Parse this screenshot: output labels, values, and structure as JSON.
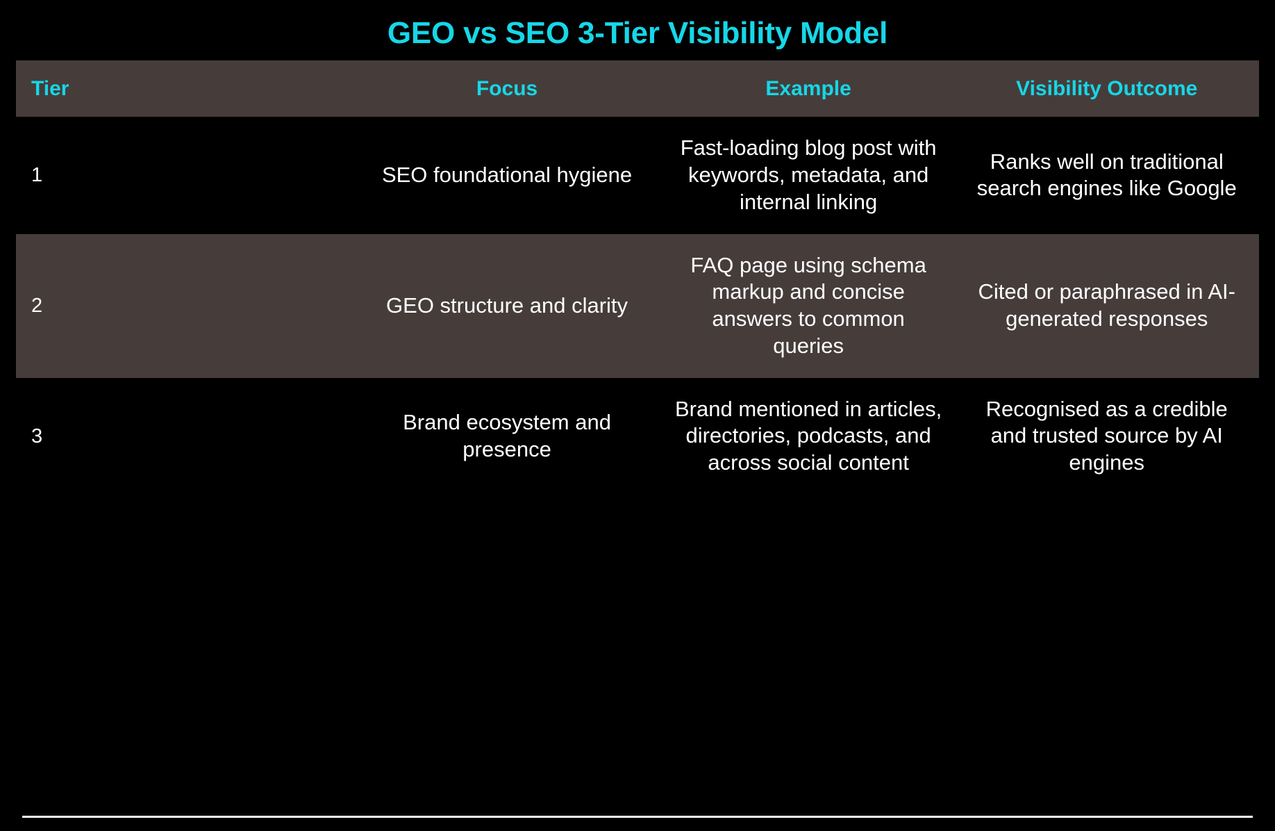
{
  "title": "GEO vs SEO 3-Tier Visibility Model",
  "colors": {
    "background": "#000000",
    "accent": "#16d7e8",
    "row_highlight": "#463d3b",
    "text": "#ffffff",
    "rule": "#ffffff"
  },
  "table": {
    "columns": [
      {
        "key": "tier",
        "label": "Tier"
      },
      {
        "key": "focus",
        "label": "Focus"
      },
      {
        "key": "example",
        "label": "Example"
      },
      {
        "key": "outcome",
        "label": "Visibility Outcome"
      }
    ],
    "rows": [
      {
        "tier": "1",
        "focus": "SEO foundational hygiene",
        "example": "Fast-loading blog post with keywords, metadata, and internal linking",
        "outcome": "Ranks well on traditional search engines like Google"
      },
      {
        "tier": "2",
        "focus": "GEO structure and clarity",
        "example": "FAQ page using schema markup and concise answers to common queries",
        "outcome": "Cited or paraphrased in AI-generated responses"
      },
      {
        "tier": "3",
        "focus": "Brand ecosystem and presence",
        "example": "Brand mentioned in articles, directories, podcasts, and across social content",
        "outcome": "Recognised as a credible and trusted source by AI engines"
      }
    ]
  }
}
